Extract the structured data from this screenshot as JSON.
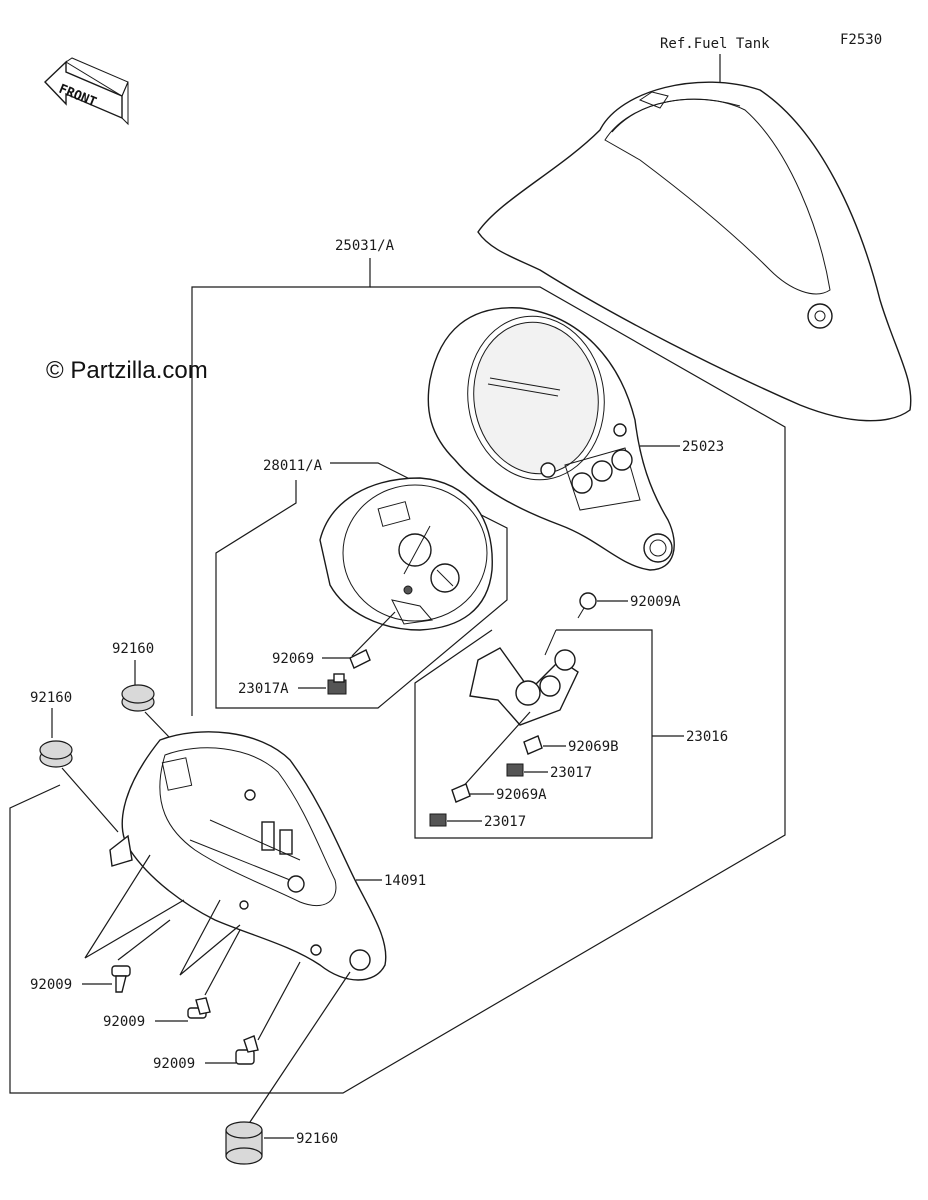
{
  "figure_code": "F2530",
  "watermark": "© Partzilla.com",
  "front_label": "FRONT",
  "ref_label": "Ref.Fuel Tank",
  "callouts": {
    "meter_assy": "25031/A",
    "case_cover": "25023",
    "meter_unit": "28011/A",
    "socket_92069": "92069",
    "bulb_23017A": "23017A",
    "screw_92009A": "92009A",
    "indicator_assy": "23016",
    "socket_92069B": "92069B",
    "bulb_23017_upper": "23017",
    "socket_92069A": "92069A",
    "bulb_23017_lower": "23017",
    "grommet_top": "92160",
    "grommet_left": "92160",
    "grommet_bottom": "92160",
    "meter_case": "14091",
    "screw_1": "92009",
    "screw_2": "92009",
    "screw_3": "92009"
  }
}
